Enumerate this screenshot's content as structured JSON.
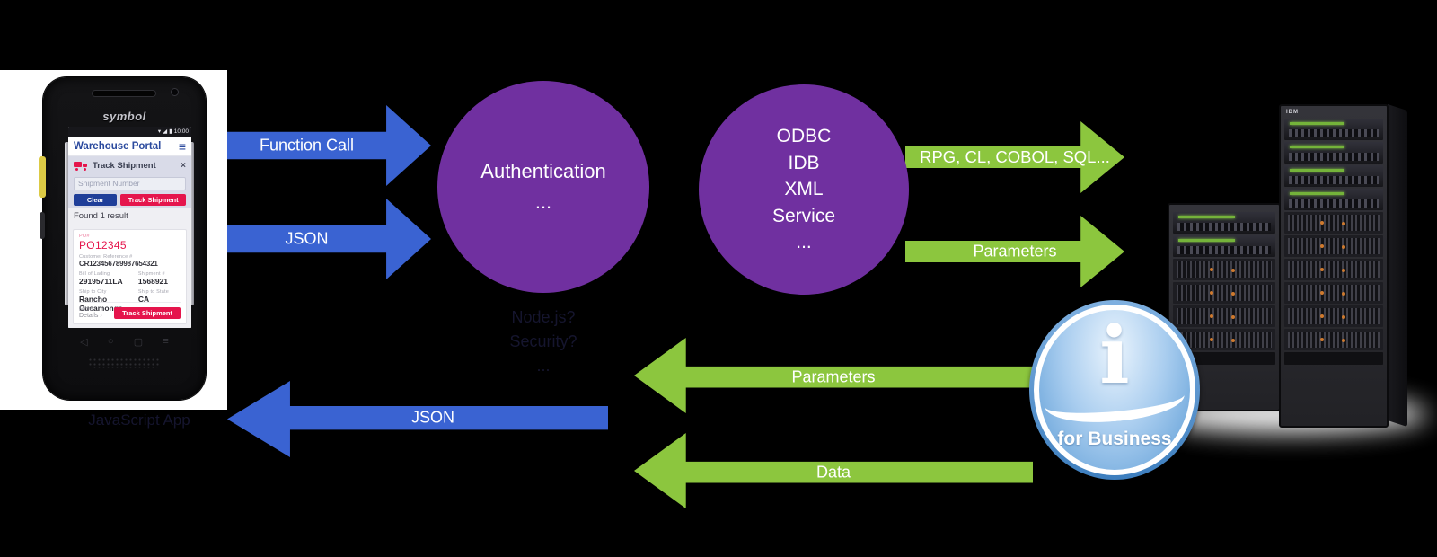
{
  "phone": {
    "brand": "symbol",
    "status_time": "10:00",
    "header": {
      "title": "Warehouse Portal"
    },
    "tracker": {
      "title": "Track Shipment",
      "input_placeholder": "Shipment Number",
      "clear_button": "Clear",
      "track_button": "Track Shipment"
    },
    "results": {
      "header": "Found 1 result",
      "card": {
        "po_label": "PO#",
        "po_value": "PO12345",
        "ref_label": "Customer Reference #",
        "ref_value": "CR123456789987654321",
        "bol_label": "Bill of Lading",
        "bol_value": "29195711LA",
        "shipment_label": "Shipment #",
        "shipment_value": "1568921",
        "city_label": "Ship to City",
        "city_value": "Rancho Cucamonga",
        "state_label": "Ship to State",
        "state_value": "CA",
        "more_details": "More Details",
        "track_button": "Track Shipment"
      }
    },
    "caption": "JavaScript App"
  },
  "flows": {
    "function_call": "Function Call",
    "json_right": "JSON",
    "json_left": "JSON",
    "rpg": "RPG, CL, COBOL, SQL...",
    "parameters_right": "Parameters",
    "parameters_left": "Parameters",
    "data_left": "Data"
  },
  "nodes": {
    "auth": {
      "line1": "Authentication",
      "line2": "...",
      "caption_line1": "Node.js?",
      "caption_line2": "Security?",
      "caption_line3": "..."
    },
    "services": {
      "line1": "ODBC",
      "line2": "IDB",
      "line3": "XML",
      "line4": "Service",
      "line5": "..."
    }
  },
  "ibm": {
    "logo_letter": "i",
    "tagline": "for Business",
    "rack_brand": "IBM"
  },
  "icons": {
    "menu": "≡",
    "close": "×",
    "chevron": "›",
    "wifi": "▾",
    "signal": "◢",
    "battery": "▮",
    "nav_back": "◁",
    "nav_home": "○",
    "nav_recent": "▢",
    "nav_menu": "≡"
  },
  "colors": {
    "arrow_blue": "#3A63D2",
    "arrow_green": "#8CC63E",
    "node_purple": "#7030A0",
    "accent_pink": "#E5154C",
    "button_navy": "#1F3E99",
    "logo_blue": "#4A8FD0"
  }
}
